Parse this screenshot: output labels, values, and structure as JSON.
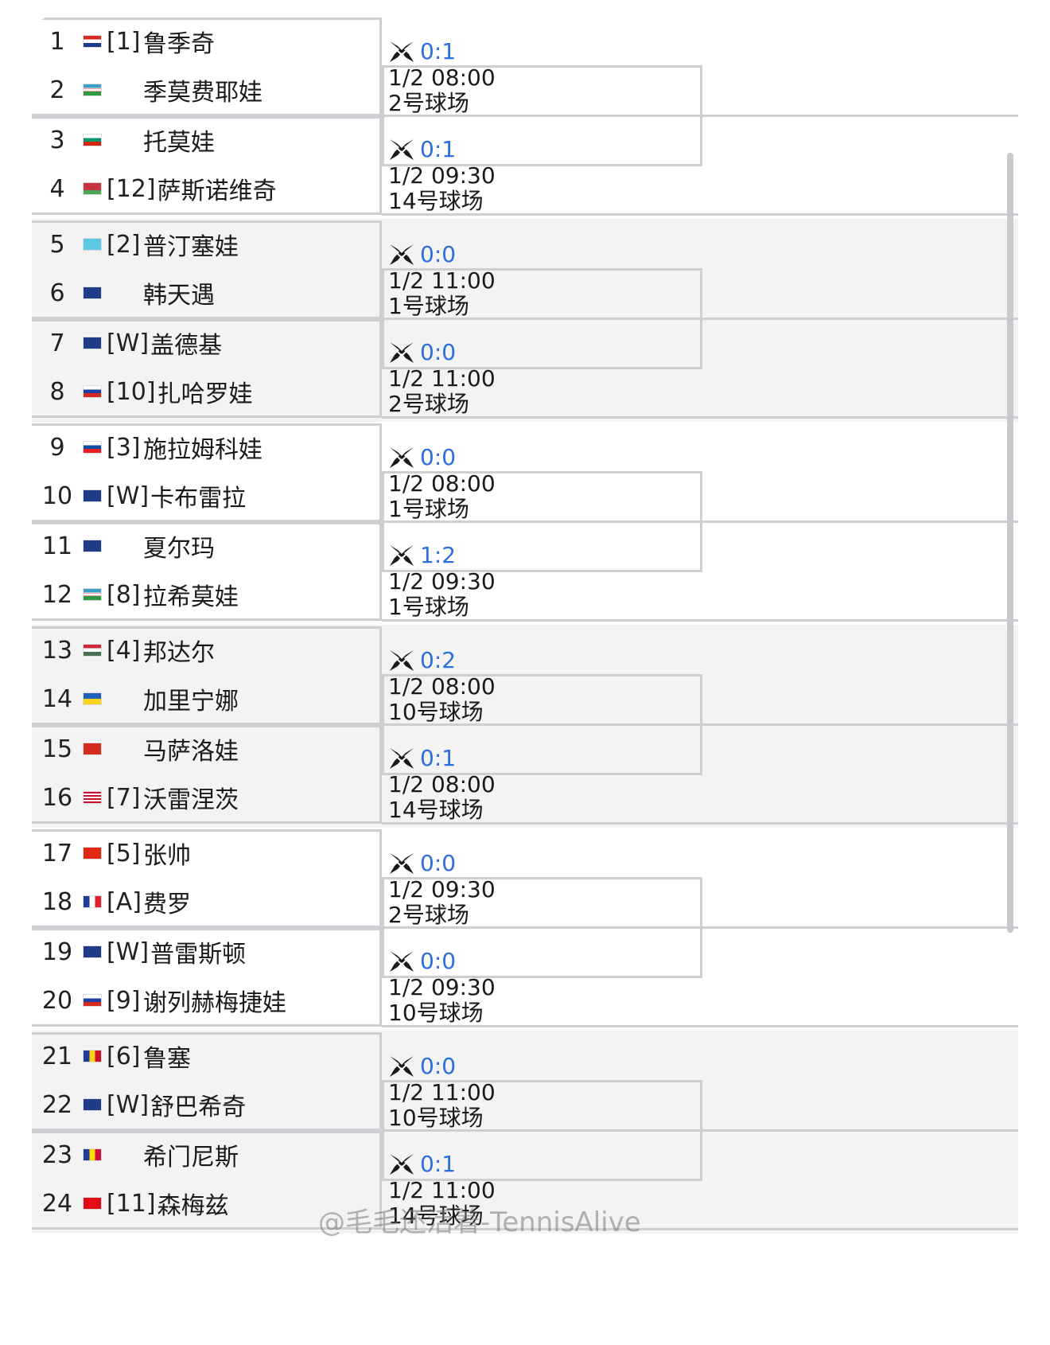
{
  "players": [
    {
      "num": "1",
      "seed": "[1]",
      "name": "鲁季奇",
      "flag": "HR"
    },
    {
      "num": "2",
      "seed": "",
      "name": "季莫费耶娃",
      "flag": "UZ"
    },
    {
      "num": "3",
      "seed": "",
      "name": "托莫娃",
      "flag": "BG"
    },
    {
      "num": "4",
      "seed": "[12]",
      "name": "萨斯诺维奇",
      "flag": "BY"
    },
    {
      "num": "5",
      "seed": "[2]",
      "name": "普汀塞娃",
      "flag": "KZ"
    },
    {
      "num": "6",
      "seed": "",
      "name": "韩天遇",
      "flag": "AU"
    },
    {
      "num": "7",
      "seed": "[W]",
      "name": "盖德基",
      "flag": "AU"
    },
    {
      "num": "8",
      "seed": "[10]",
      "name": "扎哈罗娃",
      "flag": "RU"
    },
    {
      "num": "9",
      "seed": "[3]",
      "name": "施拉姆科娃",
      "flag": "SK"
    },
    {
      "num": "10",
      "seed": "[W]",
      "name": "卡布雷拉",
      "flag": "AU"
    },
    {
      "num": "11",
      "seed": "",
      "name": "夏尔玛",
      "flag": "AU"
    },
    {
      "num": "12",
      "seed": "[8]",
      "name": "拉希莫娃",
      "flag": "UZ"
    },
    {
      "num": "13",
      "seed": "[4]",
      "name": "邦达尔",
      "flag": "HU"
    },
    {
      "num": "14",
      "seed": "",
      "name": "加里宁娜",
      "flag": "UA"
    },
    {
      "num": "15",
      "seed": "",
      "name": "马萨洛娃",
      "flag": "CH"
    },
    {
      "num": "16",
      "seed": "[7]",
      "name": "沃雷涅茨",
      "flag": "US"
    },
    {
      "num": "17",
      "seed": "[5]",
      "name": "张帅",
      "flag": "CN"
    },
    {
      "num": "18",
      "seed": "[A]",
      "name": "费罗",
      "flag": "FR"
    },
    {
      "num": "19",
      "seed": "[W]",
      "name": "普雷斯顿",
      "flag": "AU"
    },
    {
      "num": "20",
      "seed": "[9]",
      "name": "谢列赫梅捷娃",
      "flag": "RU"
    },
    {
      "num": "21",
      "seed": "[6]",
      "name": "鲁塞",
      "flag": "RO"
    },
    {
      "num": "22",
      "seed": "[W]",
      "name": "舒巴希奇",
      "flag": "AU"
    },
    {
      "num": "23",
      "seed": "",
      "name": "希门尼斯",
      "flag": "AD"
    },
    {
      "num": "24",
      "seed": "[11]",
      "name": "森梅兹",
      "flag": "TR"
    }
  ],
  "matches": [
    {
      "score": "0:1",
      "time": "1/2 08:00",
      "court": "2号球场"
    },
    {
      "score": "0:1",
      "time": "1/2 09:30",
      "court": "14号球场"
    },
    {
      "score": "0:0",
      "time": "1/2 11:00",
      "court": "1号球场"
    },
    {
      "score": "0:0",
      "time": "1/2 11:00",
      "court": "2号球场"
    },
    {
      "score": "0:0",
      "time": "1/2 08:00",
      "court": "1号球场"
    },
    {
      "score": "1:2",
      "time": "1/2 09:30",
      "court": "1号球场"
    },
    {
      "score": "0:2",
      "time": "1/2 08:00",
      "court": "10号球场"
    },
    {
      "score": "0:1",
      "time": "1/2 08:00",
      "court": "14号球场"
    },
    {
      "score": "0:0",
      "time": "1/2 09:30",
      "court": "2号球场"
    },
    {
      "score": "0:0",
      "time": "1/2 09:30",
      "court": "10号球场"
    },
    {
      "score": "0:0",
      "time": "1/2 11:00",
      "court": "10号球场"
    },
    {
      "score": "0:1",
      "time": "1/2 11:00",
      "court": "14号球场"
    }
  ],
  "watermark": "@毛毛还活着-TennisAlive",
  "colors": {
    "score_blue": "#2a6fdb",
    "line": "#cfcfd3",
    "alt_bg": "#f3f3f4"
  }
}
